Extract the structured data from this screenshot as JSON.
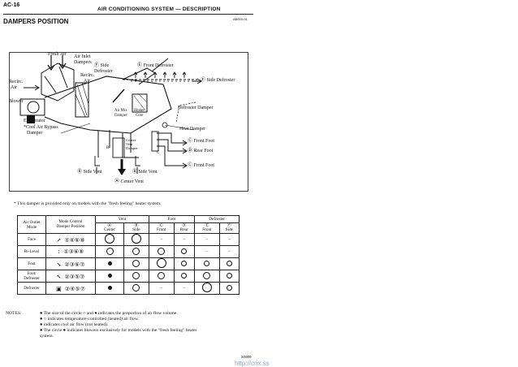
{
  "header": {
    "page": "AC-16",
    "title": "AIR CONDITIONING SYSTEM — DESCRIPTION",
    "code": "AB000-01",
    "section_title": "DAMPERS POSITION"
  },
  "diagram": {
    "fresh_air": "Fresh Air",
    "air_inlet_1": "Air Inlet",
    "air_inlet_2": "Dampers",
    "f_side_1": "Ⓕ Side",
    "f_side_2": "Defroster",
    "e_front_defroster": "Ⓔ Front Defroster",
    "f_side_defroster": "Ⓕ Side Defroster",
    "recirc_l1": "Recirc.",
    "recirc_l2": "Air",
    "recirc_m1": "Recirc.",
    "recirc_m2": "Air",
    "blower": "Blower",
    "air_mix_1": "Air Mix",
    "air_mix_2": "Damper",
    "heater_1": "Heater",
    "heater_2": "Core",
    "defroster_damper": "Defroster Damper",
    "evaporator": "Evaporator",
    "cool_bypass_1": "*Cool Air Bypass",
    "cool_bypass_2": "Damper",
    "heat_damper": "Heat Damper",
    "center_vent_1": "Center",
    "center_vent_2": "Vent",
    "center_vent_3": "Damper",
    "c_front_foot": "Ⓒ Front Foot",
    "d_rear_foot": "Ⓓ Rear Foot",
    "c_front_foot_2": "Ⓒ Front Foot",
    "b_side_vent_l": "Ⓑ Side Vent",
    "b_side_vent_r": "Ⓑ Side Vent",
    "a_center_vent": "Ⓐ Center Vent",
    "letter_b": "B",
    "letter_c": "C"
  },
  "footnote": "* This damper is provided only on models with the \"fresh feeling\" heater system.",
  "table": {
    "col_outlet": "Air Outlet Mode",
    "col_pos_1": "Mode Control",
    "col_pos_2": "Damper Position",
    "grp_vent": "Vent",
    "grp_foot": "Foot",
    "grp_def": "Defroster",
    "sub": [
      {
        "letter": "Ⓐ",
        "name": "Center"
      },
      {
        "letter": "Ⓑ",
        "name": "Side"
      },
      {
        "letter": "Ⓒ",
        "name": "Front"
      },
      {
        "letter": "Ⓓ",
        "name": "Rear"
      },
      {
        "letter": "Ⓔ",
        "name": "Front"
      },
      {
        "letter": "Ⓕ",
        "name": "Side"
      }
    ],
    "rows": [
      {
        "mode": "Face",
        "icon": "↗",
        "pos": "①④⑥⑧",
        "cells": [
          "big",
          "big",
          "–",
          "–",
          "–",
          "–"
        ]
      },
      {
        "mode": "Bi-Level",
        "icon": "↕",
        "pos": "①③⑥⑧",
        "cells": [
          "med",
          "med",
          "med",
          "sm",
          "–",
          "–"
        ]
      },
      {
        "mode": "Foot",
        "icon": "↘",
        "pos": "②③⑥⑦",
        "cells": [
          "dot",
          "med",
          "big",
          "sm",
          "sm",
          "sm"
        ]
      },
      {
        "mode": "Foot/\nDefroster",
        "icon": "↖",
        "pos": "②③⑤⑦",
        "cells": [
          "dot",
          "med",
          "med",
          "sm",
          "med",
          "sm"
        ]
      },
      {
        "mode": "Defroster",
        "icon": "▣",
        "pos": "②④⑤⑦",
        "cells": [
          "dot",
          "med",
          "–",
          "–",
          "big",
          "sm"
        ]
      }
    ]
  },
  "notes": {
    "label": "NOTES:",
    "lines": [
      "●  The size of the circle ○ and ● indicates the proportion of air flow volume.",
      "●  ○ indicates temperature-controlled (heated) air flow.",
      "    ● indicates cool air flow (not heated).",
      "●  The circle ● indicates blowers exclusively for models with the \"fresh feeling\" heater",
      "    system."
    ]
  },
  "page_footer": "20009",
  "watermark": "http://cnx.ss"
}
